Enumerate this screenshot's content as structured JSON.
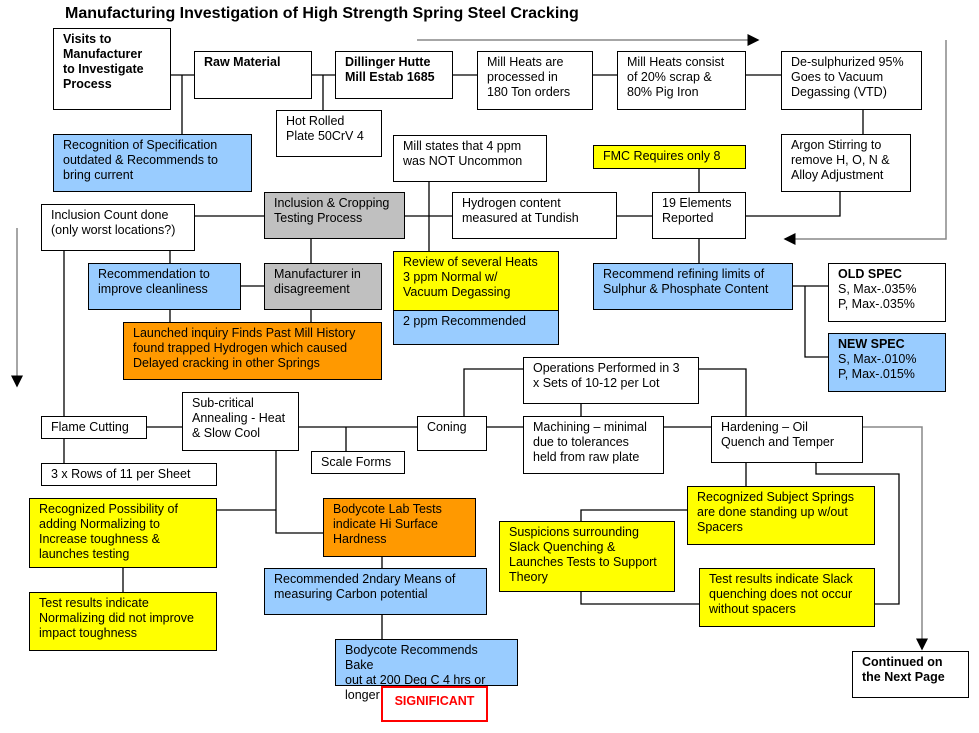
{
  "title": "Manufacturing Investigation of High Strength Spring Steel Cracking",
  "boxes": {
    "visits": "Visits to\nManufacturer\nto Investigate\nProcess",
    "raw_material": "Raw Material",
    "dillinger": "Dillinger Hutte\nMill Estab 1685",
    "mill_heats": "Mill Heats are\nprocessed in\n180 Ton orders",
    "mill_consist": "Mill Heats consist\nof 20% scrap &\n80% Pig Iron",
    "desulph": "De-sulphurized 95%\nGoes to Vacuum\nDegassing (VTD)",
    "hot_rolled": "Hot Rolled\nPlate 50CrV 4",
    "recognition_spec": "Recognition of Specification\noutdated & Recommends to\nbring current",
    "mill_states": "Mill states that 4 ppm\nwas NOT Uncommon",
    "fmc": "FMC Requires only 8",
    "argon": "Argon Stirring to\nremove H, O, N &\nAlloy Adjustment",
    "inclusion_count": "Inclusion Count done\n(only worst locations?)",
    "inclusion_cropping": "Inclusion & Cropping\nTesting Process",
    "hydrogen": "Hydrogen content\nmeasured at Tundish",
    "elements19": "19 Elements\nReported",
    "rec_cleanliness": "Recommendation to\nimprove cleanliness",
    "mfg_disagree": "Manufacturer in\ndisagreement",
    "review_heats": "Review of several Heats\n3 ppm Normal w/\nVacuum Degassing",
    "ppm2": "2 ppm  Recommended",
    "rec_refining": "Recommend refining limits of\nSulphur & Phosphate Content",
    "old_spec_title": "OLD SPEC",
    "old_spec": "S, Max-.035%\nP, Max-.035%",
    "new_spec_title": "NEW SPEC",
    "new_spec": "S, Max-.010%\nP, Max-.015%",
    "launched_inquiry": "Launched inquiry Finds Past Mill History\nfound trapped Hydrogen which caused\nDelayed cracking in other Springs",
    "operations": "Operations Performed in 3\nx Sets of 10-12 per Lot",
    "flame_cutting": "Flame Cutting",
    "sub_critical": "Sub-critical\nAnnealing - Heat\n& Slow Cool",
    "coning": "Coning",
    "scale_forms": "Scale Forms",
    "rows": "3 x Rows of 11 per Sheet",
    "machining": "Machining – minimal\ndue to tolerances\nheld from raw plate",
    "hardening": "Hardening – Oil\nQuench and Temper",
    "rec_normalizing": "Recognized Possibility of\nadding Normalizing to\nIncrease toughness &\nlaunches testing",
    "bodycote_lab": "Bodycote Lab Tests\nindicate Hi Surface\nHardness",
    "recognized_springs": "Recognized Subject Springs\nare done standing up w/out\nSpacers",
    "suspicions": "Suspicions  surrounding\nSlack Quenching &\nLaunches Tests to Support\nTheory",
    "test_normalizing": "Test results indicate\nNormalizing did not improve\nimpact toughness",
    "rec_2ndary": "Recommended 2ndary Means of\nmeasuring Carbon potential",
    "test_slack": "Test results indicate Slack\nquenching does not occur\nwithout spacers",
    "bodycote_bake": "Bodycote Recommends Bake\nout at 200 Deg C 4 hrs or longer",
    "significant": "SIGNIFICANT",
    "continued": "Continued on\nthe Next Page"
  },
  "colors": {
    "blue": "#99ccff",
    "yellow": "#ffff00",
    "gray": "#c0c0c0",
    "orange": "#ff9900",
    "red": "#ff0000"
  }
}
